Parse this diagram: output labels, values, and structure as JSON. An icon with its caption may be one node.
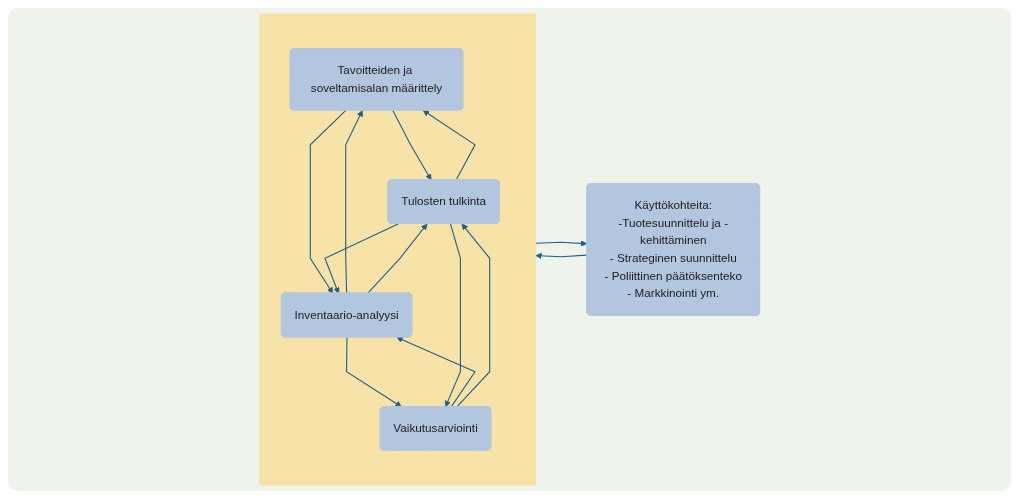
{
  "diagram": {
    "nodes": [
      {
        "text": [],
        "shape": "box"
      },
      {
        "text": [
          "Tavoitteiden ja soveltamisalan määrittely"
        ],
        "in": 0
      },
      {
        "text": [
          "Inventaario-analyysi"
        ],
        "in": 0
      },
      {
        "text": [
          "Vaikutusarviointi"
        ],
        "in": 0
      },
      {
        "text": [
          "Tulosten tulkinta"
        ],
        "in": 0
      },
      {
        "text": [
          "Käyttökohteita:",
          "-Tuotesuunnittelu ja -kehittäminen",
          "- Strateginen suunnittelu",
          "- Poliittinen päätöksenteko",
          "- Markkinointi ym."
        ]
      }
    ],
    "edges": [
      {
        "from": 1,
        "to": 4,
        "arrow": "to"
      },
      {
        "from": 4,
        "to": 1,
        "arrow": "to"
      },
      {
        "from": 2,
        "to": 1,
        "arrow": "to"
      },
      {
        "from": 1,
        "to": 2,
        "arrow": "to"
      },
      {
        "from": 2,
        "to": 4,
        "arrow": "to"
      },
      {
        "from": 4,
        "to": 2,
        "arrow": "to"
      },
      {
        "from": 3,
        "to": 2,
        "arrow": "to"
      },
      {
        "from": 2,
        "to": 3,
        "arrow": "to"
      },
      {
        "from": 3,
        "to": 4,
        "arrow": "to"
      },
      {
        "from": 4,
        "to": 3,
        "arrow": "to"
      },
      {
        "from": 0,
        "to": 5,
        "arrow": "to"
      },
      {
        "from": 5,
        "to": 0,
        "arrow": "to"
      }
    ]
  }
}
